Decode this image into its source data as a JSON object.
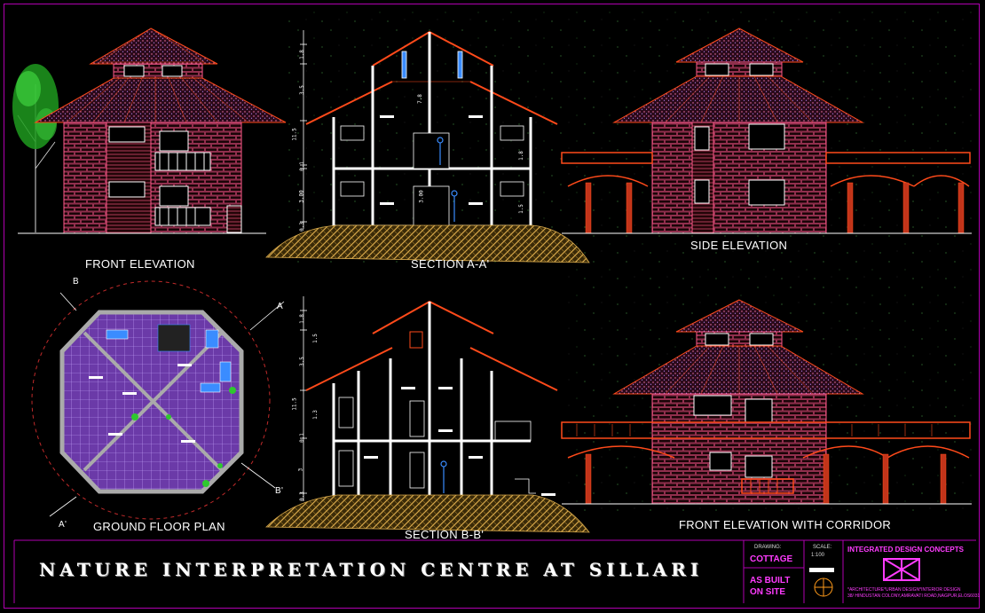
{
  "labels": {
    "front_elevation": "FRONT ELEVATION",
    "section_aa": "SECTION A-A'",
    "side_elevation": "SIDE ELEVATION",
    "ground_floor_plan": "GROUND FLOOR PLAN",
    "section_bb": "SECTION B-B'",
    "front_elevation_corridor": "FRONT ELEVATION WITH CORRIDOR",
    "marker_a_top": "A",
    "marker_a_bottom": "A'",
    "marker_b_top": "B",
    "marker_b_bottom": "B'"
  },
  "title_block": {
    "project_title": "NATURE  INTERPRETATION  CENTRE   AT  SILLARI",
    "drawing_label": "DRAWING:",
    "drawing_value": "COTTAGE",
    "scale_label": "SCALE:",
    "scale_value": "1:100",
    "status_line1": "AS BUILT",
    "status_line2": "ON SITE",
    "firm_name": "INTEGRATED DESIGN CONCEPTS",
    "firm_line1": "*ARCHITECTURE*URBAN DESIGN*INTERIOR DESIGN",
    "firm_line2": "38/ HINDUSTAN COLONY,AMRAVATI ROAD,NAGPUR,ELOS6031"
  },
  "dims_aa": [
    "1.8",
    "3.5",
    "11.5",
    "0.1",
    "3.00",
    "0.3"
  ],
  "dims_aa_inner": [
    "7.8",
    "3.00",
    "1.8",
    "1.5"
  ],
  "dims_bb": [
    "1.8",
    "1.5",
    "3.5",
    "11.5",
    "1.3",
    "0.1",
    "3",
    "0.3"
  ],
  "colors": {
    "frame": "#b000b0",
    "roof": "#ff4a1a",
    "wall": "#ff5a8a",
    "section_line": "#ffffff",
    "ground": "#d4a64a",
    "tree": "#2ec82e",
    "window": "#3a8cff",
    "plan_fill": "#7a3fc0"
  }
}
